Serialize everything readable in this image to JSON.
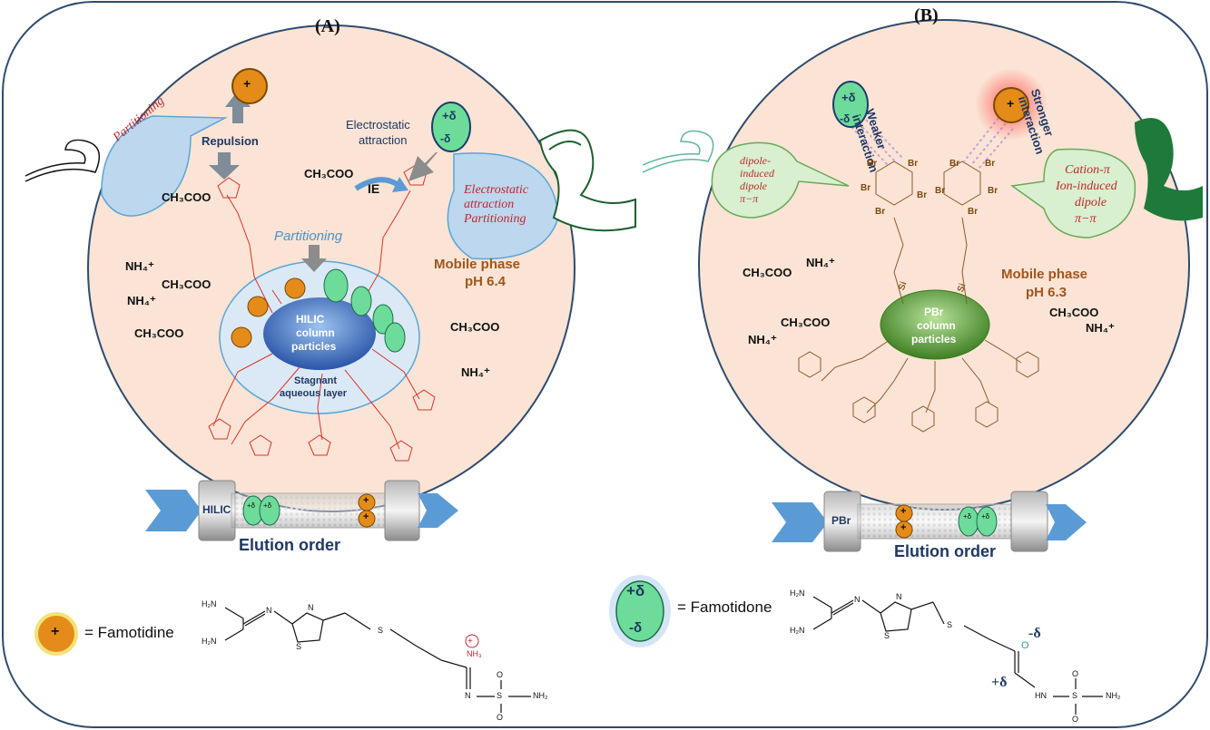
{
  "panels": {
    "a_label": "(A)",
    "b_label": "(B)"
  },
  "panel_a": {
    "repulsion": "Repulsion",
    "electrostatic": "Electrostatic",
    "attraction": "attraction",
    "ie": "IE",
    "partitioning_top": "Partitioning",
    "left_bubble": "Partitioning",
    "right_bubble": [
      "Electrostatic",
      "attraction",
      "Partitioning"
    ],
    "mobile_phase": [
      "Mobile phase",
      "pH 6.4"
    ],
    "particles": [
      "HILIC",
      "column",
      "particles"
    ],
    "stagnant": [
      "Stagnant",
      "aqueous layer"
    ],
    "column_label": "HILIC",
    "elution_order": "Elution order"
  },
  "panel_b": {
    "weaker": [
      "Weaker",
      "interaction"
    ],
    "stronger": [
      "Stronger",
      "interaction"
    ],
    "left_bubble": [
      "dipole-",
      "induced",
      "dipole",
      "π−π"
    ],
    "right_bubble": [
      "Cation-π",
      "Ion-induced",
      "dipole",
      "π−π"
    ],
    "mobile_phase": [
      "Mobile phase",
      "pH 6.3"
    ],
    "particles": [
      "PBr",
      "column",
      "particles"
    ],
    "column_label": "PBr",
    "elution_order": "Elution order"
  },
  "legend": {
    "famotidine": "= Famotidine",
    "famotidone": "= Famotidone",
    "plus": "+",
    "delta_plus": "+δ",
    "delta_minus": "-δ",
    "struct_delta_minus": "-δ",
    "struct_delta_plus": "+δ"
  },
  "chem": {
    "h2n": "H₂N",
    "n": "N",
    "s": "S",
    "nh3": "NH₃",
    "nh2": "NH₂",
    "hn": "HN",
    "o": "O",
    "br": "Br",
    "si": "Si",
    "acetate": "CH₃COO",
    "ammonium": "NH₄⁺"
  },
  "colors": {
    "background_panel": "#fbe4d5",
    "frame": "#2f4b6e",
    "cation": "#e48b1a",
    "cation_border": "#7a4a00",
    "dipole": "#6ddc9a",
    "hilic_particle": "#3d6fc4",
    "pbr_particle": "#70ad47",
    "arrow": "#5b9bd5",
    "bubble_blue": "#bdd7ee",
    "bubble_green": "#d8f0cf"
  }
}
